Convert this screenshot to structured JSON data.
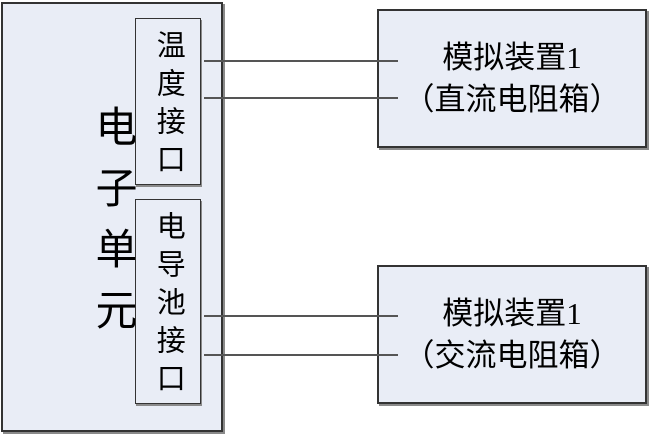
{
  "diagram": {
    "title": "electronic-unit-simulation-wiring-diagram",
    "electronic_unit": {
      "label": "电子单元"
    },
    "temperature_interface": {
      "label": "温度接口"
    },
    "conductivity_cell_interface": {
      "label": "电导池接口"
    },
    "device_dc": {
      "line1": "模拟装置1",
      "line2": "（直流电阻箱）"
    },
    "device_ac": {
      "line1": "模拟装置1",
      "line2": "（交流电阻箱）"
    },
    "connectors": {
      "temperature_to_dc_count": 2,
      "conductivity_to_ac_count": 2
    }
  },
  "colors": {
    "box_fill": "#e9edf6",
    "box_border": "#333333",
    "box_shadow": "#8a8a8a",
    "line_color": "#555555"
  }
}
